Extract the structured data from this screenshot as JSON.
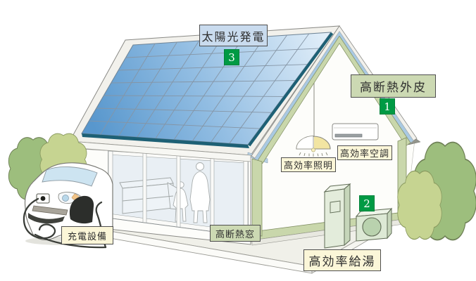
{
  "diagram": {
    "type": "zeh-house-energy-diagram",
    "labels": {
      "solar": "太陽光発電",
      "envelope": "高断熱外皮",
      "lighting": "高効率照明",
      "air_conditioning": "高効率空調",
      "window": "高断熱窓",
      "ev_charging": "充電設備",
      "water_heating": "高効率給湯"
    },
    "badges": {
      "envelope": "1",
      "water_heating": "2",
      "solar": "3"
    },
    "colors": {
      "badge_green": "#009a44",
      "label_blue_bg": "#c9dbee",
      "label_green_bg": "#ccd9b3",
      "label_cream_bg": "#fbf6d8",
      "solar_panel_blue": "#5897cd",
      "solar_panel_light": "#e6f1fa",
      "panel_edge_teal": "#1d6075",
      "roof_edge_blue": "#a9c9e2",
      "insulation_green": "#c9d7ab",
      "bush_green": "#9dbe7d",
      "bush_light_green": "#c6d491"
    }
  }
}
